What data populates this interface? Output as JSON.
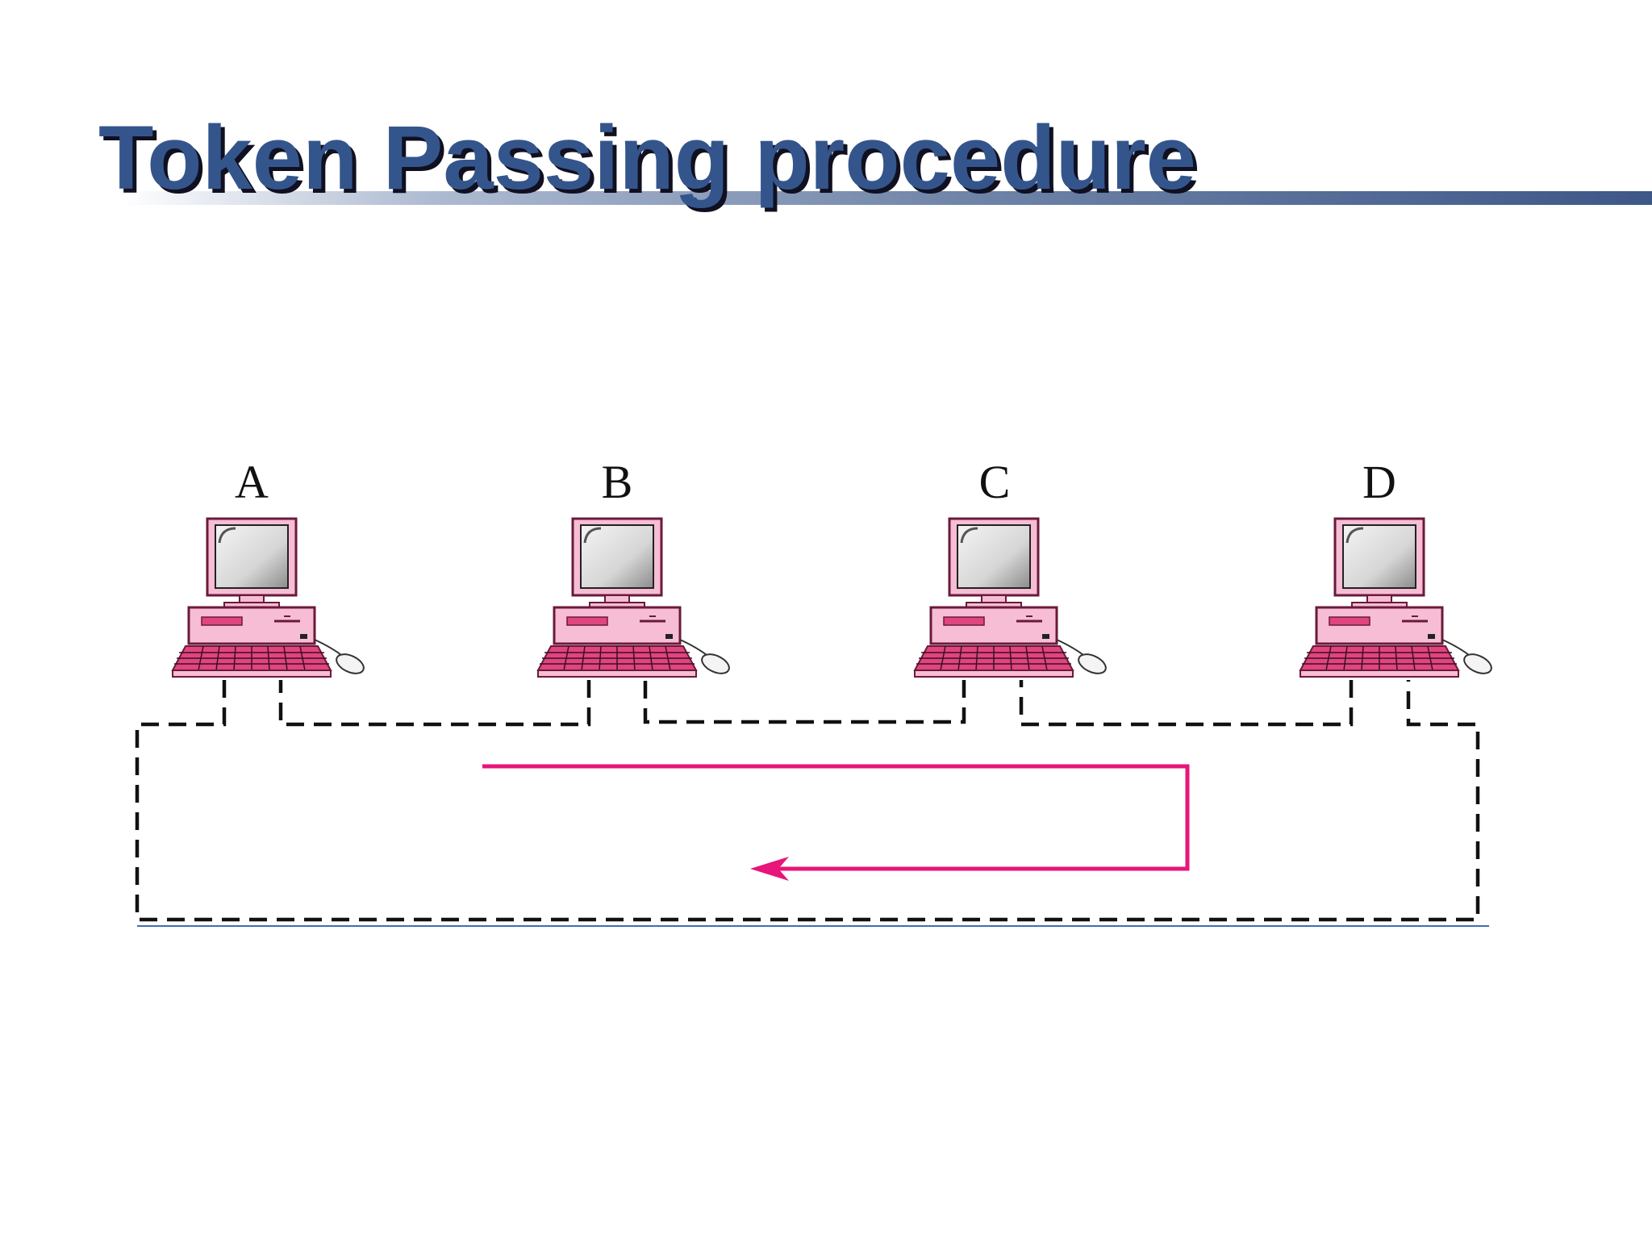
{
  "slide": {
    "title": "Token Passing procedure"
  },
  "diagram": {
    "stations": [
      {
        "label": "A"
      },
      {
        "label": "B"
      },
      {
        "label": "C"
      },
      {
        "label": "D"
      }
    ],
    "colors": {
      "computer_fill": "#f6bdd5",
      "computer_accent": "#e0457f",
      "computer_outline": "#6a1a3a",
      "screen_glass": "#d8d8d8",
      "token_arrow": "#e8157a",
      "ring_line": "#111111",
      "title_text": "#34558c"
    },
    "token_flow": "right-to-left"
  }
}
